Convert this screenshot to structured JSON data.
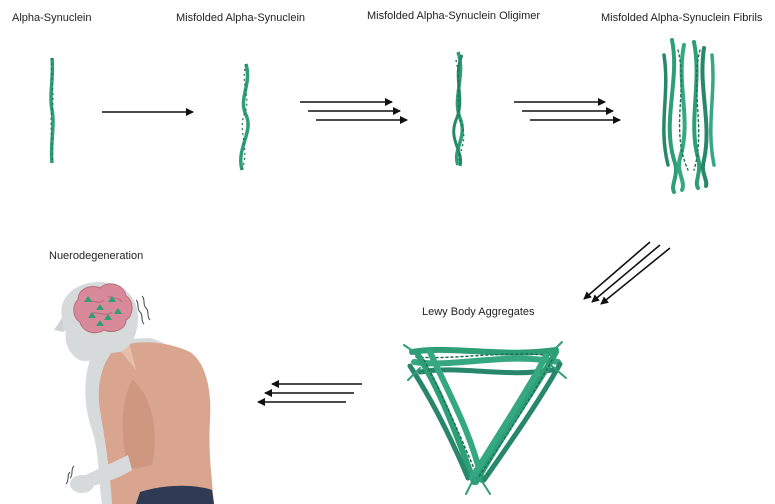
{
  "labels": {
    "alpha_synuclein": "Alpha-Synuclein",
    "misfolded": "Misfolded Alpha-Synuclein",
    "oligimer": "Misfolded Alpha-Synuclein Oligimer",
    "fibrils": "Misfolded Alpha-Synuclein Fibrils",
    "lewy": "Lewy Body Aggregates",
    "neuro": "Nuerodegeneration"
  },
  "colors": {
    "strand": "#2e9e77",
    "strand_dark": "#1d6f55",
    "arrow": "#111111",
    "skin": "#d9dcdd",
    "brain": "#d98a9a",
    "shirt": "#d9a58e",
    "pants": "#2f3b55"
  },
  "icons": [
    "brain-icon",
    "elderly-person-icon"
  ]
}
